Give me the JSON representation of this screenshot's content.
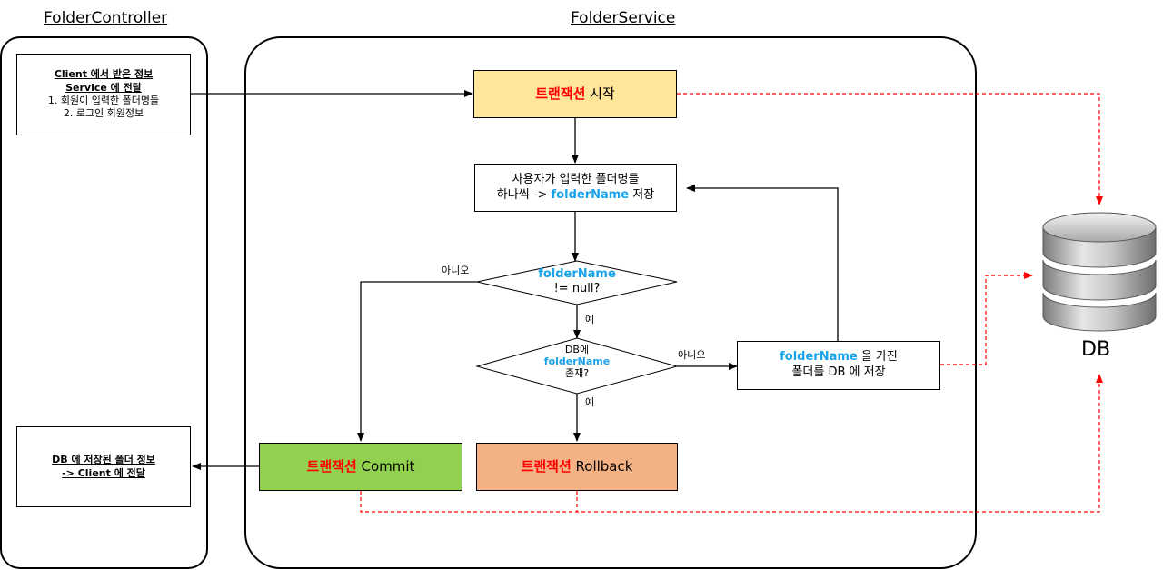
{
  "lanes": {
    "controller_title": "FolderController",
    "service_title": "FolderService"
  },
  "controller": {
    "input_note": {
      "line1": "Client 에서 받은 정보",
      "line2": "Service 에 전달",
      "item1": "1. 회원이 입력한 폴더명들",
      "item2": "2. 로그인 회원정보"
    },
    "output_note": {
      "line1": "DB 에 저장된 폴더 정보",
      "line2": "-> Client 에 전달"
    }
  },
  "service": {
    "start_box": {
      "keyword": "트랜잭션",
      "text": " 시작",
      "fill": "#ffe699"
    },
    "loop_box": {
      "line1": "사용자가 입력한 폴더명들",
      "line2_prefix": "하나씩 -> ",
      "line2_var": "folderName",
      "line2_suffix": " 저장"
    },
    "decision_null": {
      "var": "folderName",
      "text": "!= null?"
    },
    "decision_db": {
      "line1": "DB에",
      "var": "folderName",
      "line3": "존재?"
    },
    "save_box": {
      "var": "folderName",
      "line1_suffix": " 을 가진",
      "line2": "폴더를 DB 에 저장"
    },
    "commit_box": {
      "keyword": "트랜잭션",
      "text": " Commit",
      "fill": "#92d050"
    },
    "rollback_box": {
      "keyword": "트랜잭션",
      "text": " Rollback",
      "fill": "#f4b183"
    },
    "labels": {
      "no_null": "아니오",
      "yes_null": "예",
      "no_db": "아니오",
      "yes_db": "예"
    }
  },
  "db": {
    "label": "DB"
  },
  "colors": {
    "keyword": "#ff0000",
    "variable": "#1aa3e8",
    "db_link": "#ff0000"
  }
}
